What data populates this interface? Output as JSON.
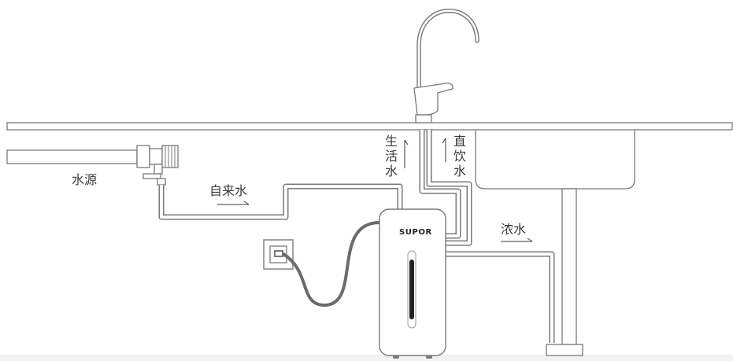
{
  "labels": {
    "water_source": "水源",
    "tap_water": "自来水",
    "concentrate_water": "浓水",
    "domestic_water": "生活水",
    "drinking_water": "直饮水"
  },
  "brand": "SUPOR",
  "colors": {
    "line": "#7a7a7a",
    "text": "#3a3a3a",
    "cable": "#6b6b6b",
    "floor": "#f2f2f2"
  }
}
